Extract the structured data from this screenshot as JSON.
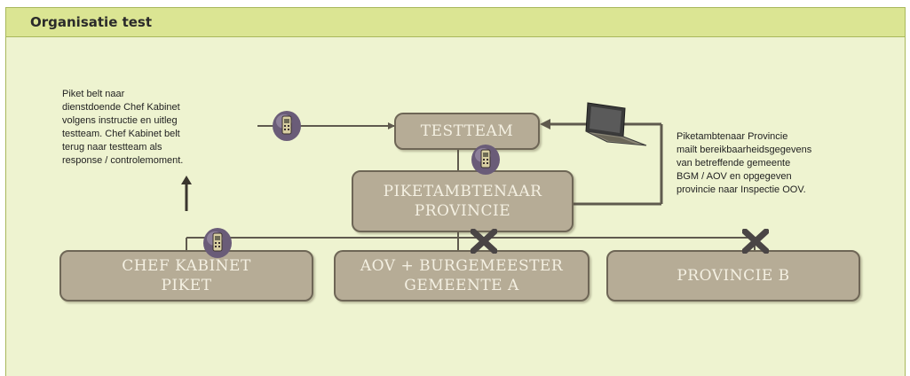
{
  "header": {
    "title": "Organisatie test"
  },
  "nodes": {
    "testteam": "TESTTEAM",
    "piket": "PIKETAMBTENAAR\nPROVINCIE",
    "chef": "CHEF KABINET\nPIKET",
    "aov": "AOV + BURGEMEESTER\nGEMEENTE A",
    "provb": "PROVINCIE B"
  },
  "notes": {
    "left": "Piket belt naar\ndienstdoende Chef Kabinet\nvolgens instructie en uitleg\ntestteam. Chef Kabinet belt\nterug naar testteam als\nresponse / controlemoment.",
    "right": "Piketambtenaar Provincie\nmailt bereikbaarheidsgegevens\nvan betreffende gemeente\nBGM / AOV en opgegeven\nprovincie naar Inspectie OOV."
  },
  "colors": {
    "box_fill": "#b6ac96",
    "line": "#5f5a4e",
    "background": "#eef3d0",
    "header": "#dbe593"
  },
  "icons": [
    "phone-icon",
    "laptop-icon",
    "cross-mark-icon"
  ]
}
